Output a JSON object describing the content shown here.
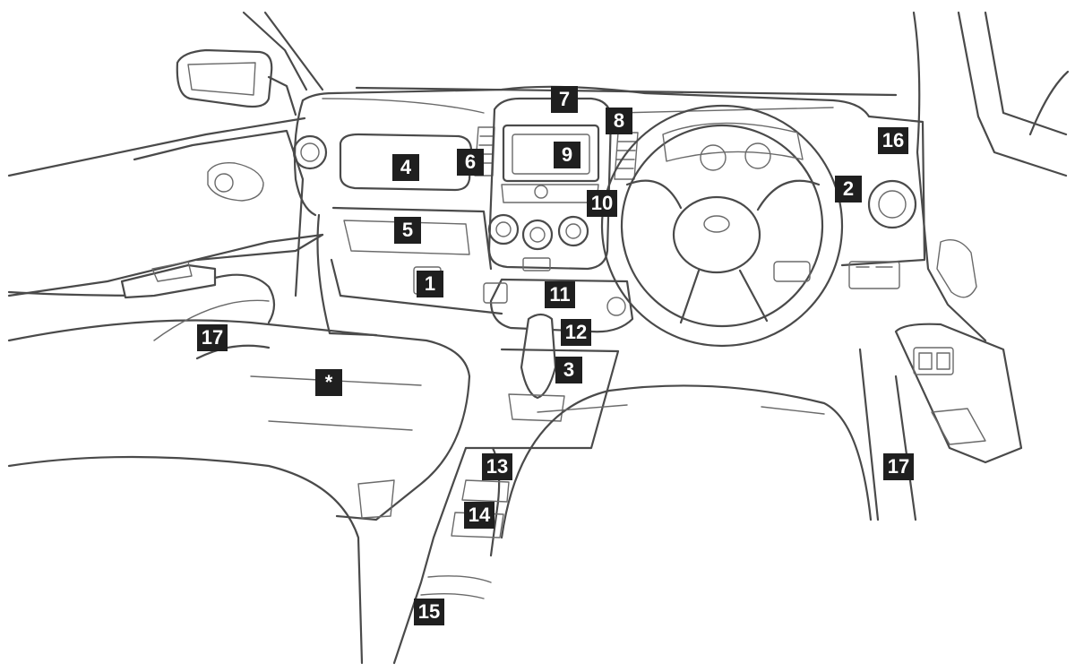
{
  "callouts": {
    "c1": "1",
    "c2": "2",
    "c3": "3",
    "c4": "4",
    "c5": "5",
    "c6": "6",
    "c7": "7",
    "c8": "8",
    "c9": "9",
    "c10": "10",
    "c11": "11",
    "c12": "12",
    "c13": "13",
    "c14": "14",
    "c15": "15",
    "c16": "16",
    "c17_left": "17",
    "c17_right": "17",
    "c_star": "*"
  }
}
